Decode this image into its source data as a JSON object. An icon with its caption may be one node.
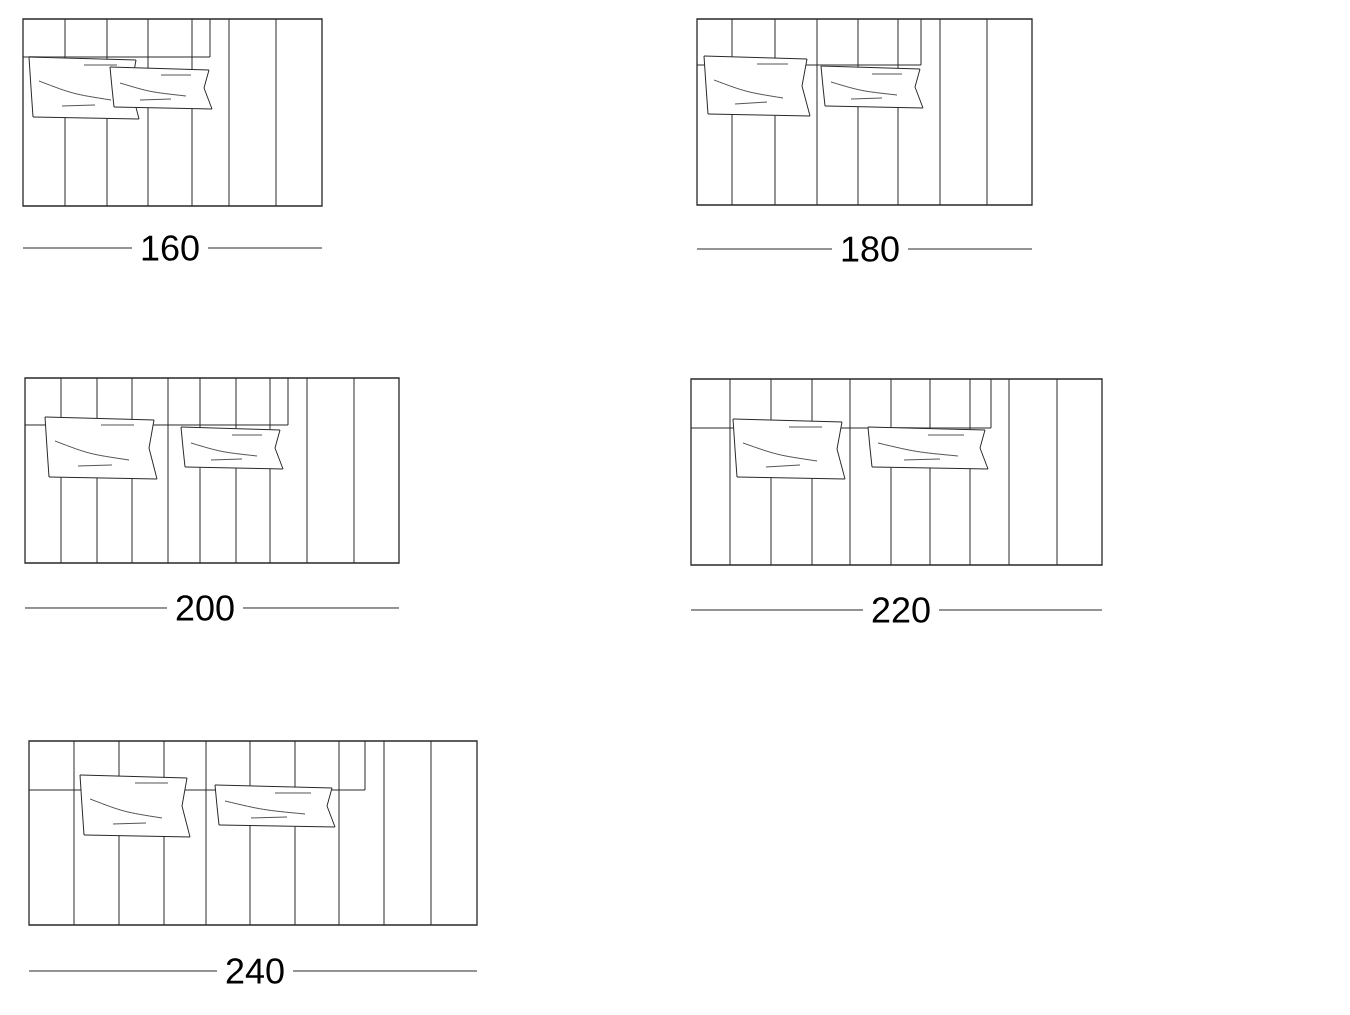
{
  "diagram": {
    "labels": [
      "160",
      "180",
      "200",
      "220",
      "240"
    ]
  }
}
